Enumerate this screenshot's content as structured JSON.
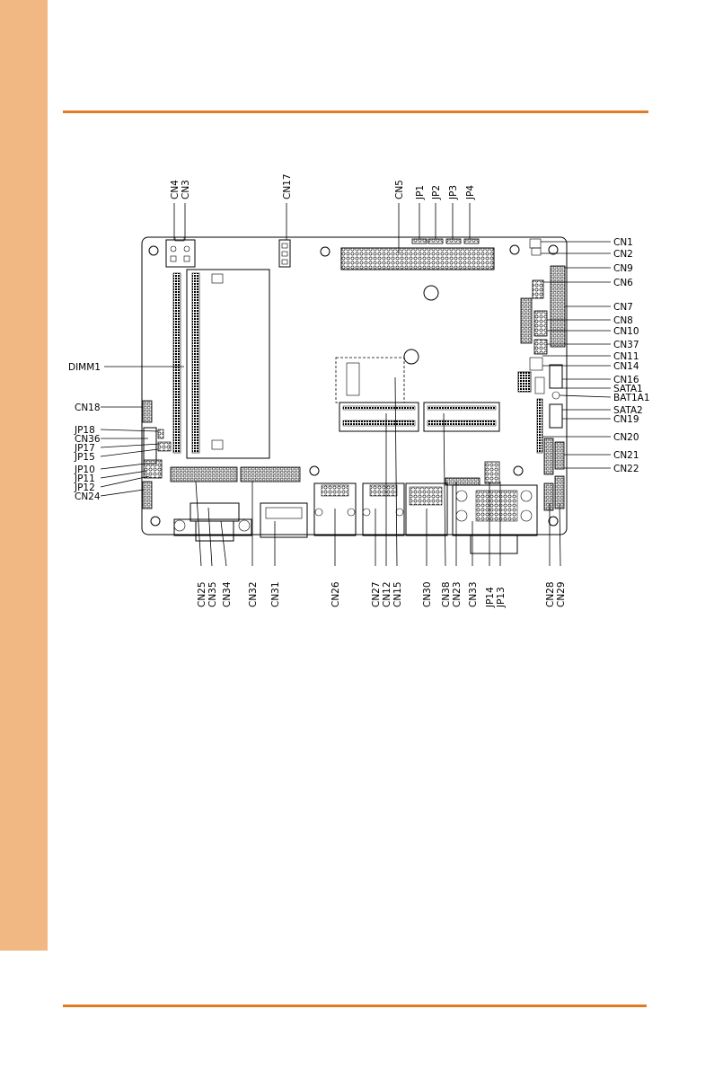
{
  "colors": {
    "band": "#f2b883",
    "rule": "#e07b24"
  },
  "labels": {
    "top": [
      "CN4",
      "CN3",
      "CN17",
      "CN5",
      "JP1",
      "JP2",
      "JP3",
      "JP4"
    ],
    "left": [
      "DIMM1",
      "CN18",
      "JP18",
      "CN36",
      "JP17",
      "JP15",
      "JP10",
      "JP11",
      "JP12",
      "CN24"
    ],
    "right": [
      "CN1",
      "CN2",
      "CN9",
      "CN6",
      "CN7",
      "CN8",
      "CN10",
      "CN37",
      "CN11",
      "CN14",
      "CN16",
      "SATA1",
      "BAT1A1",
      "SATA2",
      "CN19",
      "CN20",
      "CN21",
      "CN22"
    ],
    "bottom": [
      "CN25",
      "CN35",
      "CN34",
      "CN32",
      "CN31",
      "CN26",
      "CN27",
      "CN12",
      "CN15",
      "CN30",
      "CN38",
      "CN23",
      "CN33",
      "JP14",
      "JP13",
      "CN28",
      "CN29"
    ]
  }
}
